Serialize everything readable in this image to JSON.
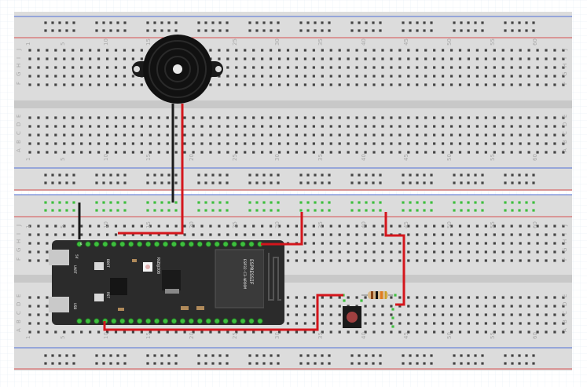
{
  "breadboard": {
    "column_numbers": [
      "1",
      "5",
      "10",
      "15",
      "20",
      "25",
      "30",
      "35",
      "40",
      "45",
      "50",
      "55",
      "60"
    ],
    "row_letters_top": [
      "J",
      "I",
      "H",
      "G",
      "F"
    ],
    "row_letters_bottom": [
      "E",
      "D",
      "C",
      "B",
      "A"
    ]
  },
  "esp32": {
    "label_boot": "BOOT",
    "label_rst": "RST",
    "label_rgb": "RGB@IO8",
    "label_brand": "ESPRESSIF",
    "label_module": "ESP32-C3-WROOM",
    "label_5v": "5V",
    "label_g": "G",
    "label_uart": "UART",
    "label_usb": "USB"
  },
  "colors": {
    "wire_red": "#d4161c",
    "wire_black": "#1a1a1a",
    "board": "#2b2b2b",
    "pin_green": "#3fbf3f",
    "rail_blue": "#4f6fd6",
    "rail_red": "#d64f4f"
  },
  "components": [
    "piezo-buzzer",
    "esp32-c3-devkit",
    "push-button",
    "resistor"
  ]
}
